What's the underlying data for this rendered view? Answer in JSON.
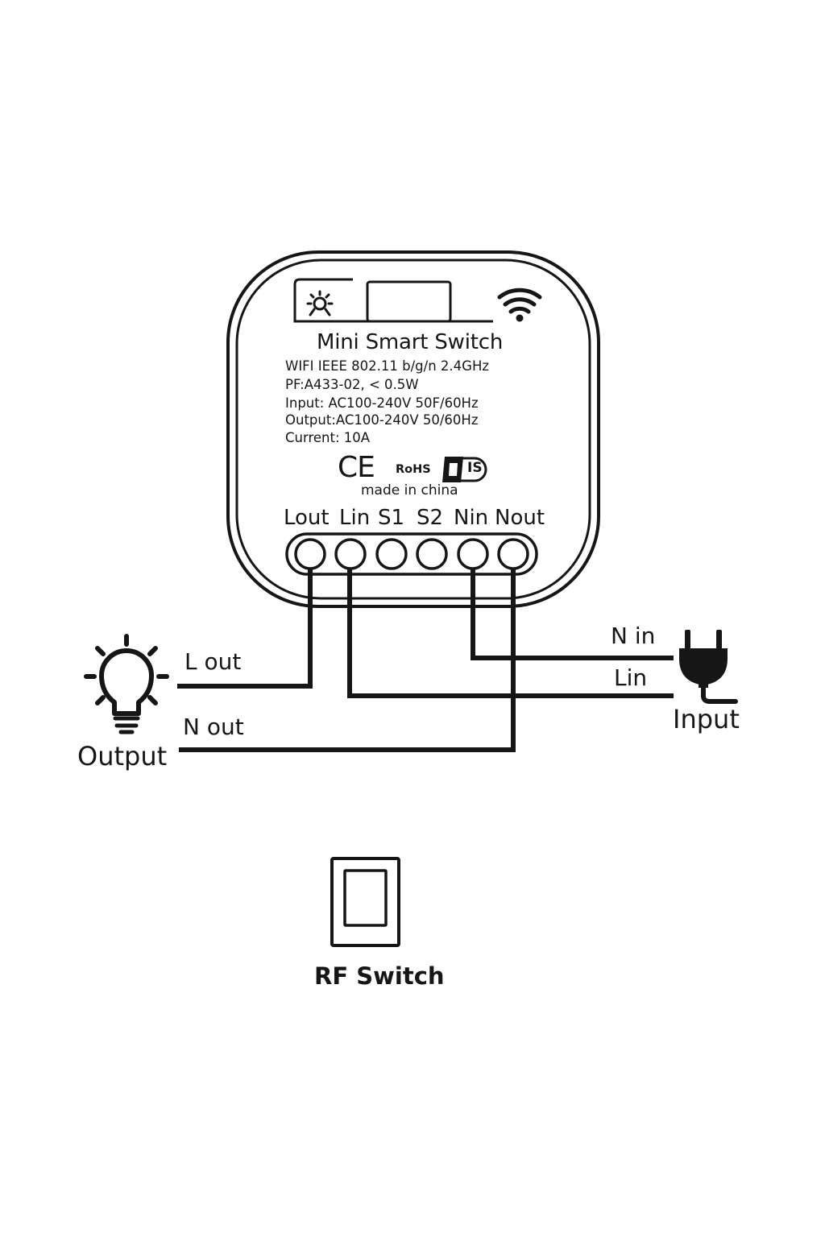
{
  "device": {
    "title": "Mini Smart Switch",
    "specs": [
      "WIFI IEEE 802.11 b/g/n  2.4GHz",
      "PF:A433-02, < 0.5W",
      "Input: AC100-240V 50F/60Hz",
      "Output:AC100-240V 50/60Hz",
      "Current: 10A"
    ],
    "cert_ce": "CE",
    "cert_rohs": "RoHS",
    "cert_is": "IS",
    "made_in": "made in china",
    "terminals": [
      "Lout",
      "Lin",
      "S1",
      "S2",
      "Nin",
      "Nout"
    ]
  },
  "wiring": {
    "l_out": "L out",
    "n_out": "N out",
    "n_in": "N in",
    "l_in": "Lin",
    "output_label": "Output",
    "input_label": "Input"
  },
  "rf_switch": {
    "label": "RF Switch"
  },
  "colors": {
    "stroke": "#161616",
    "background": "#ffffff"
  },
  "icons": [
    "light-indicator-icon",
    "wifi-icon",
    "light-bulb-icon",
    "power-plug-icon",
    "wall-switch-icon"
  ]
}
